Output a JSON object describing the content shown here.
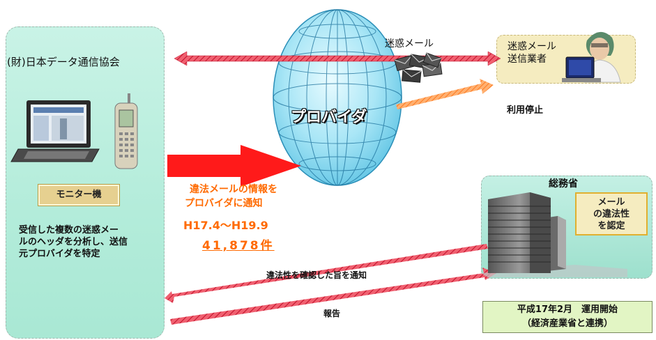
{
  "left_panel": {
    "org_name": "(財)日本データ通信協会",
    "monitor_label": "モニター機",
    "analysis_lines": [
      "受信した複数の迷惑メー",
      "ルのヘッダを分析し、送信",
      "元プロバイダを特定"
    ]
  },
  "provider": {
    "label": "プロバイダ"
  },
  "spam": {
    "label": "迷惑メール"
  },
  "sender": {
    "lines": [
      "迷惑メール",
      "送信業者"
    ]
  },
  "stop_use": {
    "label": "利用停止"
  },
  "notify_provider": {
    "lines": [
      "違法メールの情報を",
      "プロバイダに通知"
    ],
    "period": "H17.4～H19.9",
    "count": "41,878件"
  },
  "ministry": {
    "label": "総務省",
    "legality_lines": [
      "メール",
      "の違法性",
      "を認定"
    ]
  },
  "confirm_notice": {
    "label": "違法性を確認した旨を通知"
  },
  "report": {
    "label": "報告"
  },
  "launch": {
    "lines": [
      "平成17年2月　運用開始",
      "（経済産業省と連携）"
    ]
  },
  "colors": {
    "red_arrow": "#ff1a1a",
    "pink_arrow": "#e8384f",
    "orange_text": "#ff6a00",
    "globe": "#9fe0f2",
    "panel_green": "#b3ecda",
    "sender_box": "#f5ecc0",
    "launch_box": "#e2f5c4"
  },
  "icons": [
    "laptop-icon",
    "mobile-phone-icon",
    "globe-icon",
    "envelopes-icon",
    "person-at-computer-icon",
    "office-building-icon"
  ]
}
